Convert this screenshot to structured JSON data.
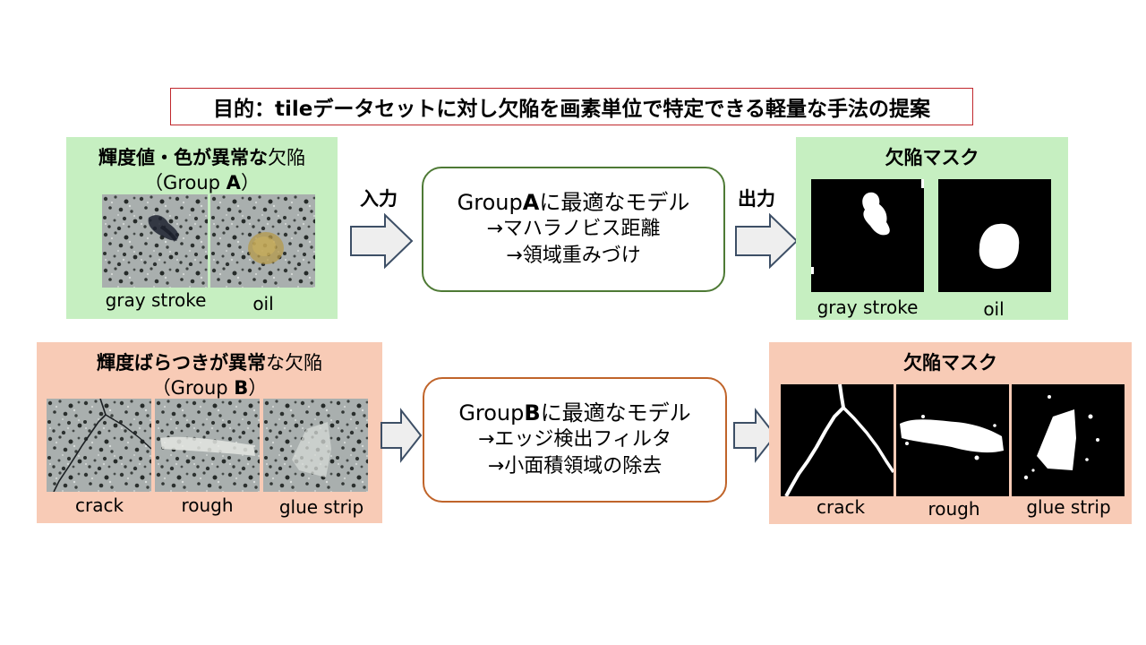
{
  "title": "目的：tileデータセットに対し欠陥を画素単位で特定できる軽量な手法の提案",
  "groupA": {
    "heading_bold": "輝度値・色が異常な",
    "heading_rest": "欠陥",
    "subtitle_pre": "（Group ",
    "subtitle_bold": "A",
    "subtitle_post": "）",
    "samples": [
      "gray stroke",
      "oil"
    ],
    "input_label": "入力",
    "model_line1_pre": "Group",
    "model_line1_bold": "A",
    "model_line1_post": "に最適なモデル",
    "model_line2": "→マハラノビス距離",
    "model_line3": "→領域重みづけ",
    "output_label": "出力",
    "mask_title": "欠陥マスク",
    "mask_captions": [
      "gray stroke",
      "oil"
    ]
  },
  "groupB": {
    "heading_bold": "輝度ばらつきが異常",
    "heading_rest": "な欠陥",
    "subtitle_pre": "（Group ",
    "subtitle_bold": "B",
    "subtitle_post": "）",
    "samples": [
      "crack",
      "rough",
      "glue strip"
    ],
    "model_line1_pre": "Group",
    "model_line1_bold": "B",
    "model_line1_post": "に最適なモデル",
    "model_line2": "→エッジ検出フィルタ",
    "model_line3": "→小面積領域の除去",
    "mask_title": "欠陥マスク",
    "mask_captions": [
      "crack",
      "rough",
      "glue strip"
    ]
  },
  "colors": {
    "title_border": "#c0282d",
    "panel_green": "#c6efc1",
    "panel_pink": "#f8cbb6",
    "model_a_border": "#4e7a35",
    "model_b_border": "#c0642a",
    "arrow_fill": "#eeeeee",
    "arrow_stroke": "#3d4f66"
  }
}
